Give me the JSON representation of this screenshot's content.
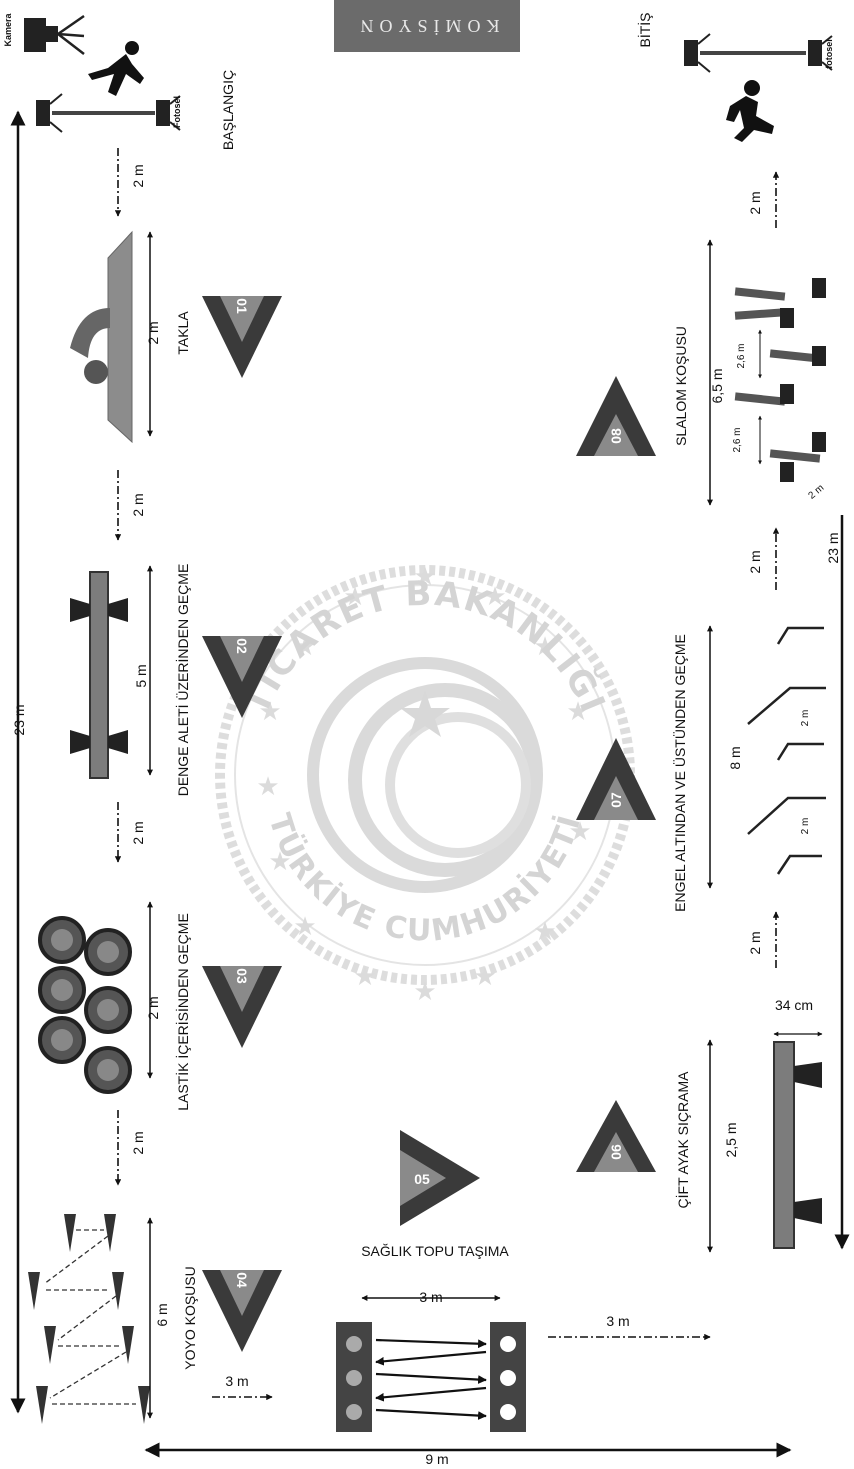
{
  "banner": "KOMİSYON",
  "start_label": "BAŞLANGIÇ",
  "finish_label": "BİTİŞ",
  "camera_label": "Kamera",
  "photocell_label": "Fotosel",
  "photocell_label_small": "fotosel",
  "total_length": "23 m",
  "total_width": "9 m",
  "gap": "2 m",
  "stations": [
    {
      "no": "01",
      "name": "TAKLA",
      "dim": "2 m"
    },
    {
      "no": "02",
      "name": "DENGE ALETİ ÜZERİNDEN GEÇME",
      "dim": "5 m"
    },
    {
      "no": "03",
      "name": "LASTİK İÇERİSİNDEN GEÇME",
      "dim": "2 m"
    },
    {
      "no": "04",
      "name": "YOYO KOŞUSU",
      "dim": "6 m",
      "width": "3 m"
    },
    {
      "no": "05",
      "name": "SAĞLIK TOPU TAŞIMA",
      "dim": "3 m",
      "gap": "3 m"
    },
    {
      "no": "06",
      "name": "ÇİFT AYAK SIÇRAMA",
      "dim": "2,5 m",
      "bar": "34 cm"
    },
    {
      "no": "07",
      "name": "ENGEL ALTINDAN VE ÜSTÜNDEN GEÇME",
      "dim": "8 m",
      "sub": "2 m"
    },
    {
      "no": "08",
      "name": "SLALOM KOŞUSU",
      "dim": "6,5 m",
      "sub1": "2,6 m",
      "sub2": "2,6 m",
      "sub3": "2 m"
    }
  ],
  "seal": {
    "text": "TÜRKİYE CUMHURİYETİ TİCARET BAKANLIĞI"
  },
  "colors": {
    "chevron_dark": "#3a3a3a",
    "chevron_mid": "#8a8a8a",
    "mat": "#9a9a9a",
    "seal": "#d4d4d4"
  }
}
